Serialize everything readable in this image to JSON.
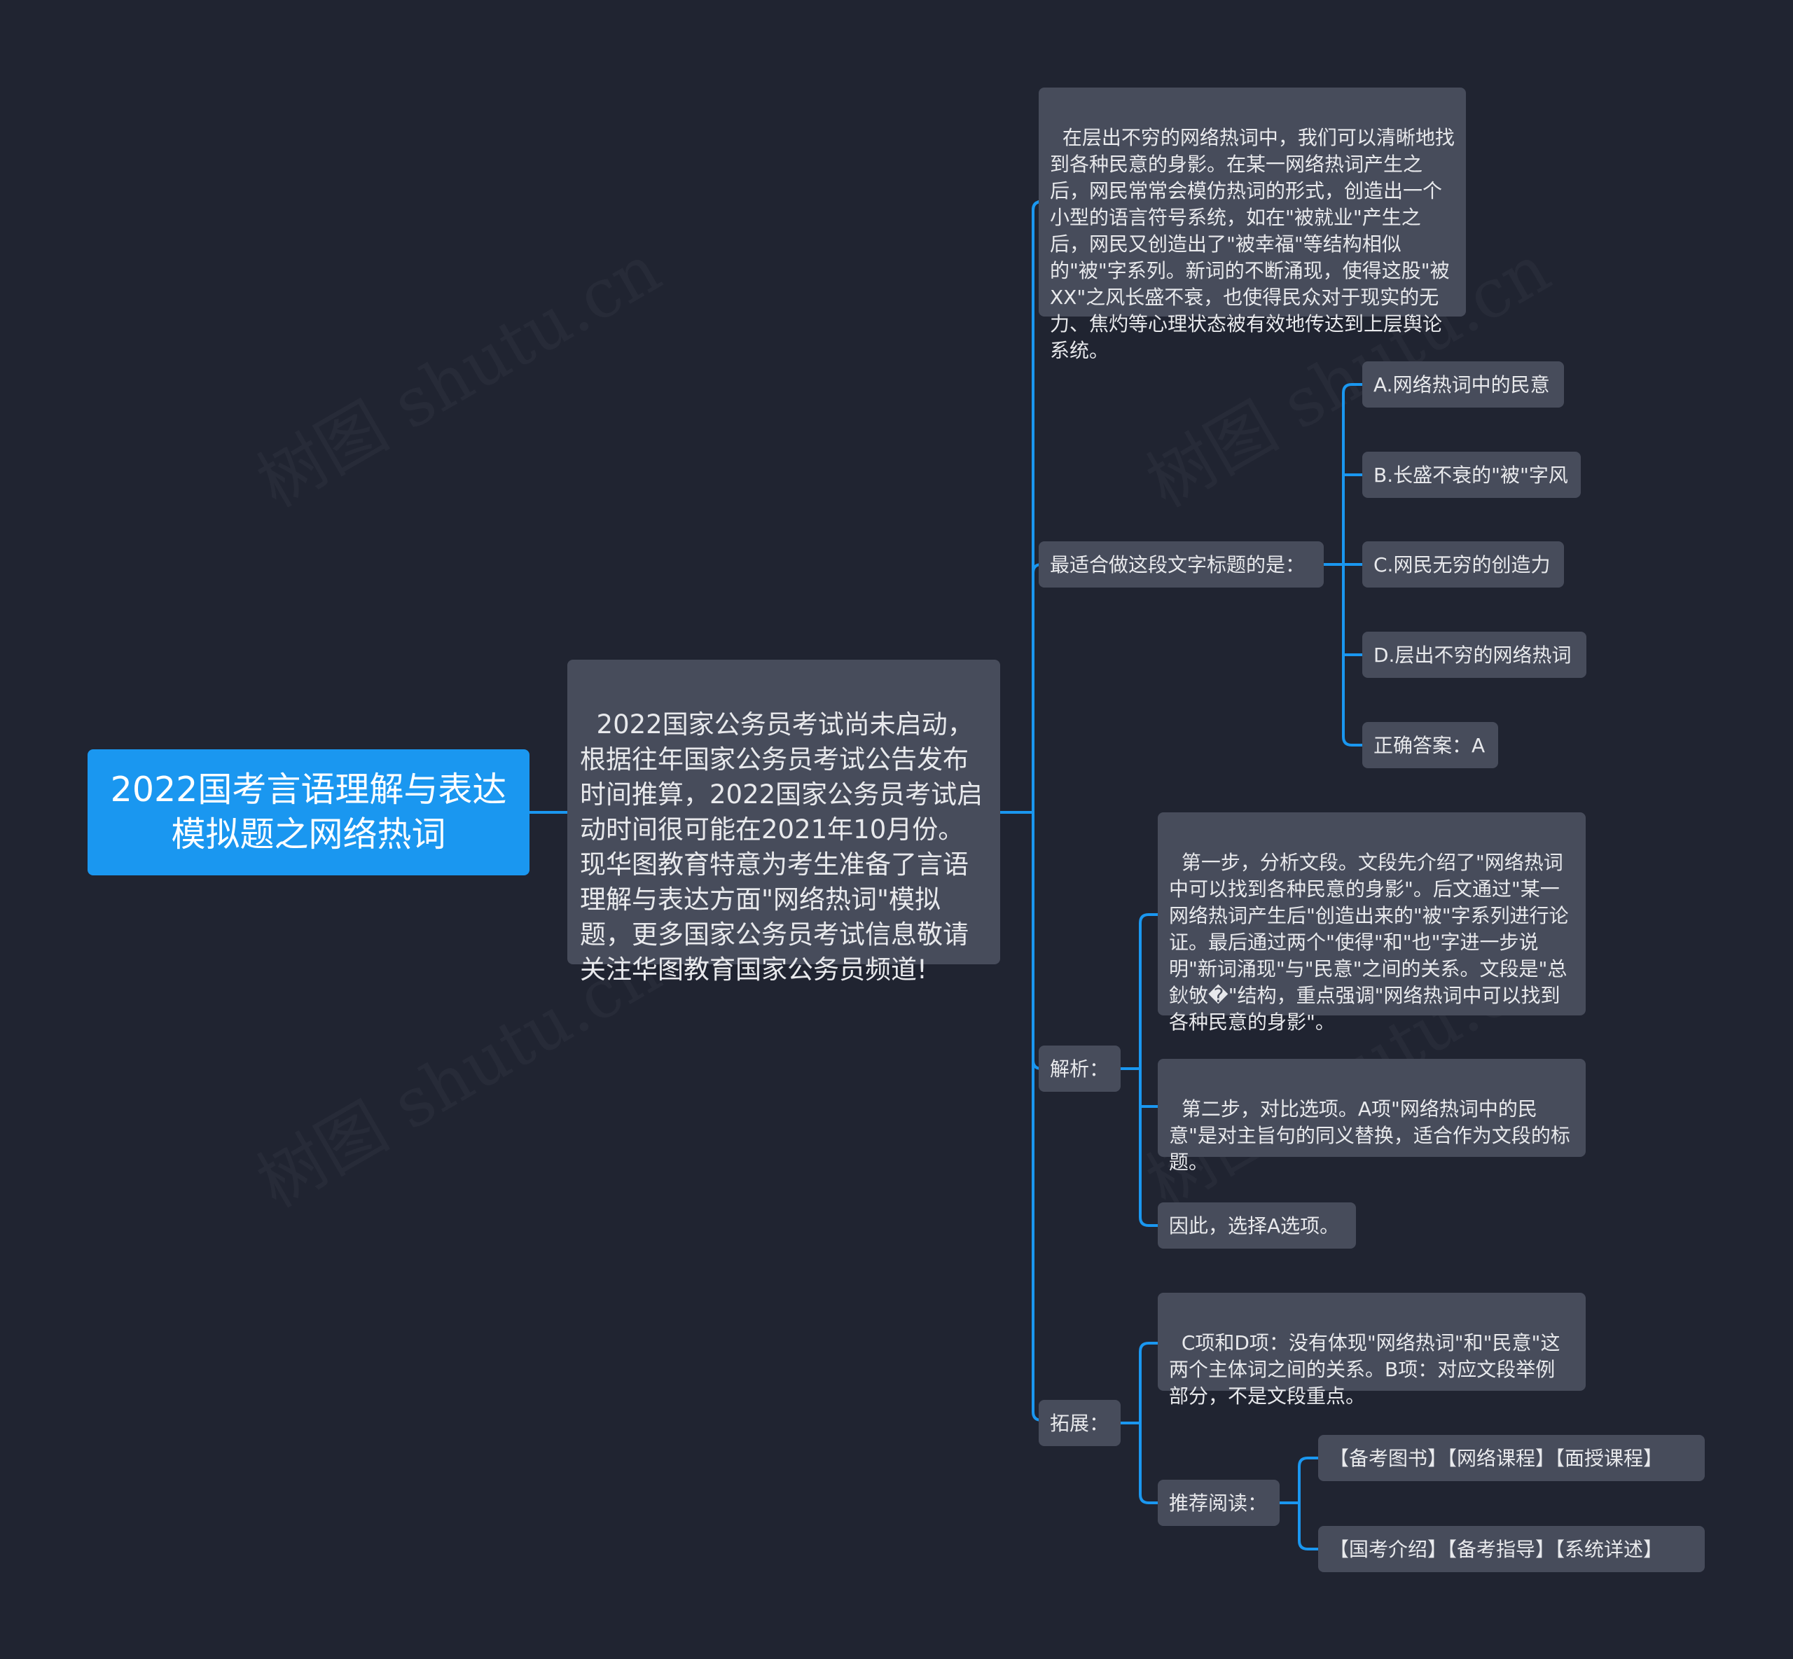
{
  "root": {
    "text": "2022国考言语理解与表达模拟题之网络热词"
  },
  "intro": {
    "text": "2022国家公务员考试尚未启动，根据往年国家公务员考试公告发布时间推算，2022国家公务员考试启动时间很可能在2021年10月份。现华图教育特意为考生准备了言语理解与表达方面\"网络热词\"模拟题，更多国家公务员考试信息敬请关注华图教育国家公务员频道!"
  },
  "passage": {
    "text": "在层出不穷的网络热词中，我们可以清晰地找到各种民意的身影。在某一网络热词产生之后，网民常常会模仿热词的形式，创造出一个小型的语言符号系统，如在\"被就业\"产生之后，网民又创造出了\"被幸福\"等结构相似的\"被\"字系列。新词的不断涌现，使得这股\"被XX\"之风长盛不衰，也使得民众对于现实的无力、焦灼等心理状态被有效地传达到上层舆论系统。"
  },
  "question": {
    "label": "最适合做这段文字标题的是：",
    "options": [
      "A.网络热词中的民意",
      "B.长盛不衰的\"被\"字风",
      "C.网民无穷的创造力",
      "D.层出不穷的网络热词"
    ],
    "answer": "正确答案：A"
  },
  "analysis": {
    "label": "解析：",
    "steps": [
      "第一步，分析文段。文段先介绍了\"网络热词中可以找到各种民意的身影\"。后文通过\"某一网络热词产生后\"创造出来的\"被\"字系列进行论证。最后通过两个\"使得\"和\"也\"字进一步说明\"新词涌现\"与\"民意\"之间的关系。文段是\"总鈥敂�\"结构，重点强调\"网络热词中可以找到各种民意的身影\"。",
      "第二步，对比选项。A项\"网络热词中的民意\"是对主旨句的同义替换，适合作为文段的标题。",
      "因此，选择A选项。"
    ]
  },
  "extension": {
    "label": "拓展：",
    "note": "C项和D项：没有体现\"网络热词\"和\"民意\"这两个主体词之间的关系。B项：对应文段举例部分，不是文段重点。",
    "reading_label": "推荐阅读：",
    "reading_links": [
      "【备考图书】【网络课程】【面授课程】",
      "【国考介绍】【备考指导】【系统详述】"
    ]
  },
  "watermark": {
    "text": "树图 shutu.cn"
  },
  "colors": {
    "background": "#202431",
    "root_fill": "#1a97f0",
    "node_fill": "#474c5b",
    "connector": "#1a97f0",
    "text": "#e8e9ec"
  }
}
